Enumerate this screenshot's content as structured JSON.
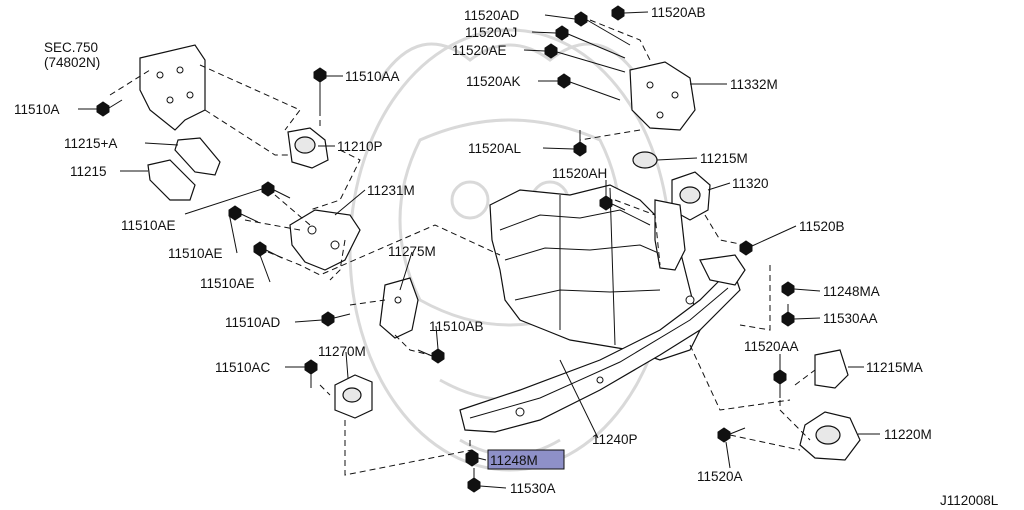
{
  "diagram_id": "J112008L",
  "highlight_color": "#8e90c8",
  "labels": {
    "sec750": "SEC.750",
    "sec750_ref": "(74802N)",
    "p11510A": "11510A",
    "p11215A": "11215+A",
    "p11215": "11215",
    "p11510AE_1": "11510AE",
    "p11510AE_2": "11510AE",
    "p11510AE_3": "11510AE",
    "p11510AA": "11510AA",
    "p11210P": "11210P",
    "p11231M": "11231M",
    "p11275M": "11275M",
    "p11510AD": "11510AD",
    "p11510AB": "11510AB",
    "p11510AC": "11510AC",
    "p11270M": "11270M",
    "p11248M": "11248M",
    "p11530A": "11530A",
    "p11520AD": "11520AD",
    "p11520AJ": "11520AJ",
    "p11520AE": "11520AE",
    "p11520AK": "11520AK",
    "p11520AB": "11520AB",
    "p11332M": "11332M",
    "p11520AL": "11520AL",
    "p11215M": "11215M",
    "p11520AH": "11520AH",
    "p11320": "11320",
    "p11520B": "11520B",
    "p11248MA": "11248MA",
    "p11530AA": "11530AA",
    "p11520AA": "11520AA",
    "p11215MA": "11215MA",
    "p11220M": "11220M",
    "p11240P": "11240P",
    "p11520A": "11520A"
  }
}
